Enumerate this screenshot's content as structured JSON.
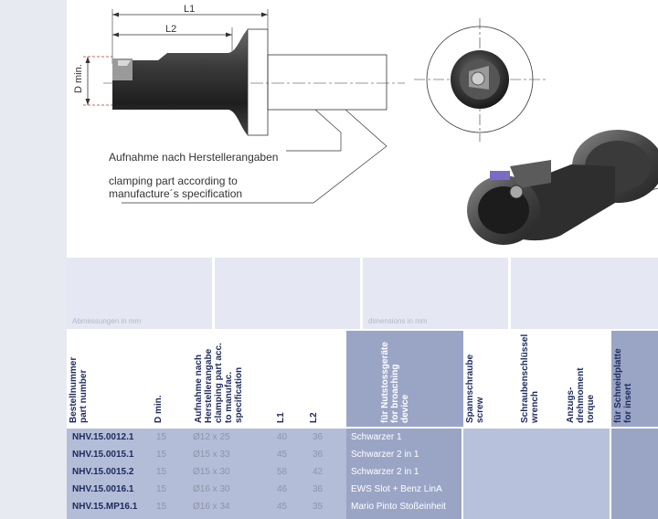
{
  "drawing": {
    "dim_l1": "L1",
    "dim_l2": "L2",
    "dim_d": "D min.",
    "note_de": "Aufnahme nach Herstellerangaben",
    "note_en_1": "clamping part according to",
    "note_en_2": "manufacture´s specification"
  },
  "info": {
    "left_label": "Abmessungen in mm",
    "right_label": "dimensions in mm"
  },
  "table": {
    "headers": {
      "bestellnummer": [
        "Bestellnummer",
        "part number"
      ],
      "dmin": [
        "D min."
      ],
      "aufnahme": [
        "Aufnahme nach",
        "Herstellerangabe",
        "clamping part acc.",
        "to manufac.",
        "specification"
      ],
      "l1": [
        "L1"
      ],
      "l2": [
        "L2"
      ],
      "nutstoss": [
        "für Nutstossgeräte",
        "",
        "for broaching",
        "device"
      ],
      "spannschraube": [
        "Spannschraube",
        "screw"
      ],
      "schluessel": [
        "Schraubenschlüssel",
        "wrench"
      ],
      "drehmoment": [
        "Anzugs-",
        "drehmoment",
        "torque"
      ],
      "schneidplatte": [
        "für Schneidplatte",
        "for insert"
      ]
    },
    "rows": [
      {
        "code": "NHV.15.0012.1",
        "dmin": "15",
        "aufnahme": "Ø12 x 25",
        "l1": "40",
        "l2": "36",
        "device": "Schwarzer 1"
      },
      {
        "code": "NHV.15.0015.1",
        "dmin": "15",
        "aufnahme": "Ø15 x 33",
        "l1": "45",
        "l2": "36",
        "device": "Schwarzer 2 in 1"
      },
      {
        "code": "NHV.15.0015.2",
        "dmin": "15",
        "aufnahme": "Ø15 x 30",
        "l1": "58",
        "l2": "42",
        "device": "Schwarzer 2 in 1"
      },
      {
        "code": "NHV.15.0016.1",
        "dmin": "15",
        "aufnahme": "Ø16 x 30",
        "l1": "46",
        "l2": "36",
        "device": "EWS Slot  +  Benz LinA"
      },
      {
        "code": "NHV.15.MP16.1",
        "dmin": "15",
        "aufnahme": "Ø16 x 34",
        "l1": "45",
        "l2": "35",
        "device": "Mario Pinto Stoßeinheit"
      }
    ]
  }
}
